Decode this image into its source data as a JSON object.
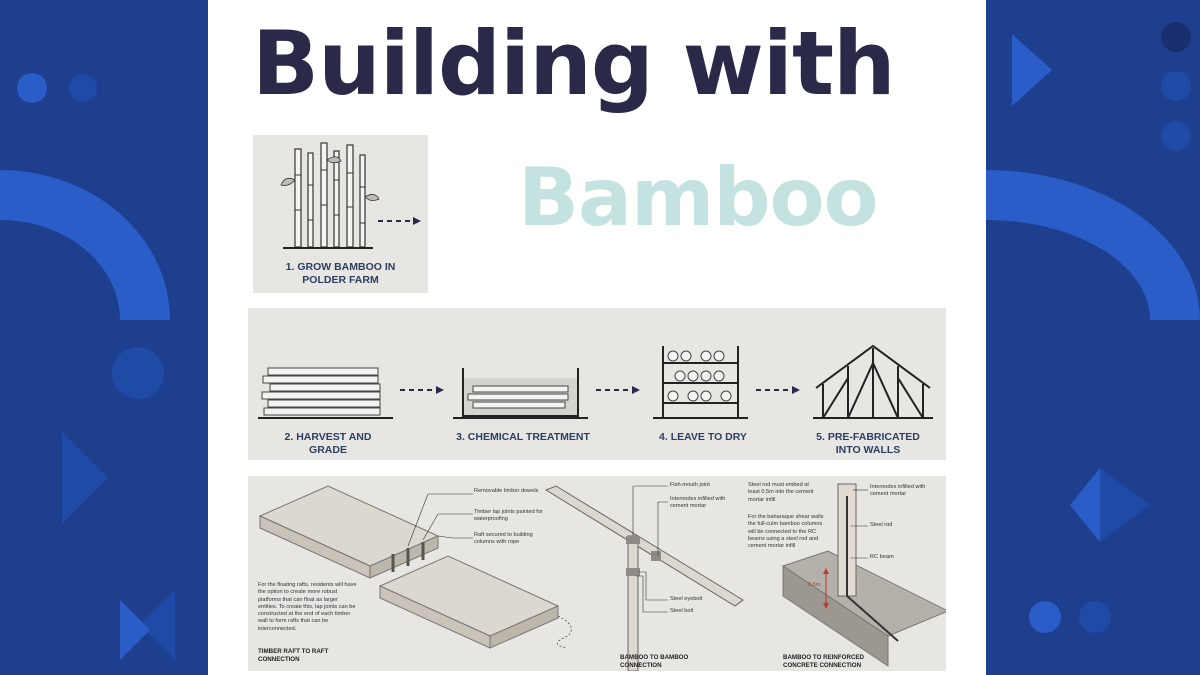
{
  "colors": {
    "background": "#1d3f8e",
    "decor": "#2a5dc7",
    "title_dark": "#2a2a48",
    "title_light": "#c4e3e0",
    "panel": "#e7e6e3",
    "step_label": "#2c3f63"
  },
  "title": {
    "line1": "Building with",
    "line2": "Bamboo"
  },
  "steps": [
    {
      "line1": "1. GROW BAMBOO IN",
      "line2": "POLDER FARM"
    },
    {
      "line1": "2. HARVEST AND",
      "line2": "GRADE"
    },
    {
      "line1": "3. CHEMICAL TREATMENT",
      "line2": ""
    },
    {
      "line1": "4. LEAVE TO DRY",
      "line2": ""
    },
    {
      "line1": "5. PRE-FABRICATED",
      "line2": "INTO WALLS"
    }
  ],
  "connections": {
    "raft": {
      "notes": [
        "Removable timber dowels",
        "Timber lap joints painted for waterproofing",
        "Raft secured to building columns with rope"
      ],
      "description": "For the floating rafts, residents will have the option to create more robust platforms that can float as larger entities. To create this, lap joints can be constructed at the end of each timber wall to form rafts that can be interconnected.",
      "caption": "TIMBER RAFT TO RAFT CONNECTION"
    },
    "bamboo": {
      "notes": [
        "Fish-mouth joint",
        "Internodes infilled with cement mortar",
        "Steel eyebolt",
        "Steel bolt"
      ],
      "caption": "BAMBOO TO BAMBOO CONNECTION"
    },
    "concrete": {
      "notes": [
        "Steel rod must embed at least 0.5m into the cement mortar infill",
        "For the baharaque shear walls the full-culm bamboo columns will be connected to the RC beams using a steel rod and cement mortar infill",
        "Internodes infilled with cement mortar",
        "Steel rod",
        "RC beam",
        "0.5m"
      ],
      "caption": "BAMBOO TO REINFORCED CONCRETE CONNECTION"
    }
  }
}
